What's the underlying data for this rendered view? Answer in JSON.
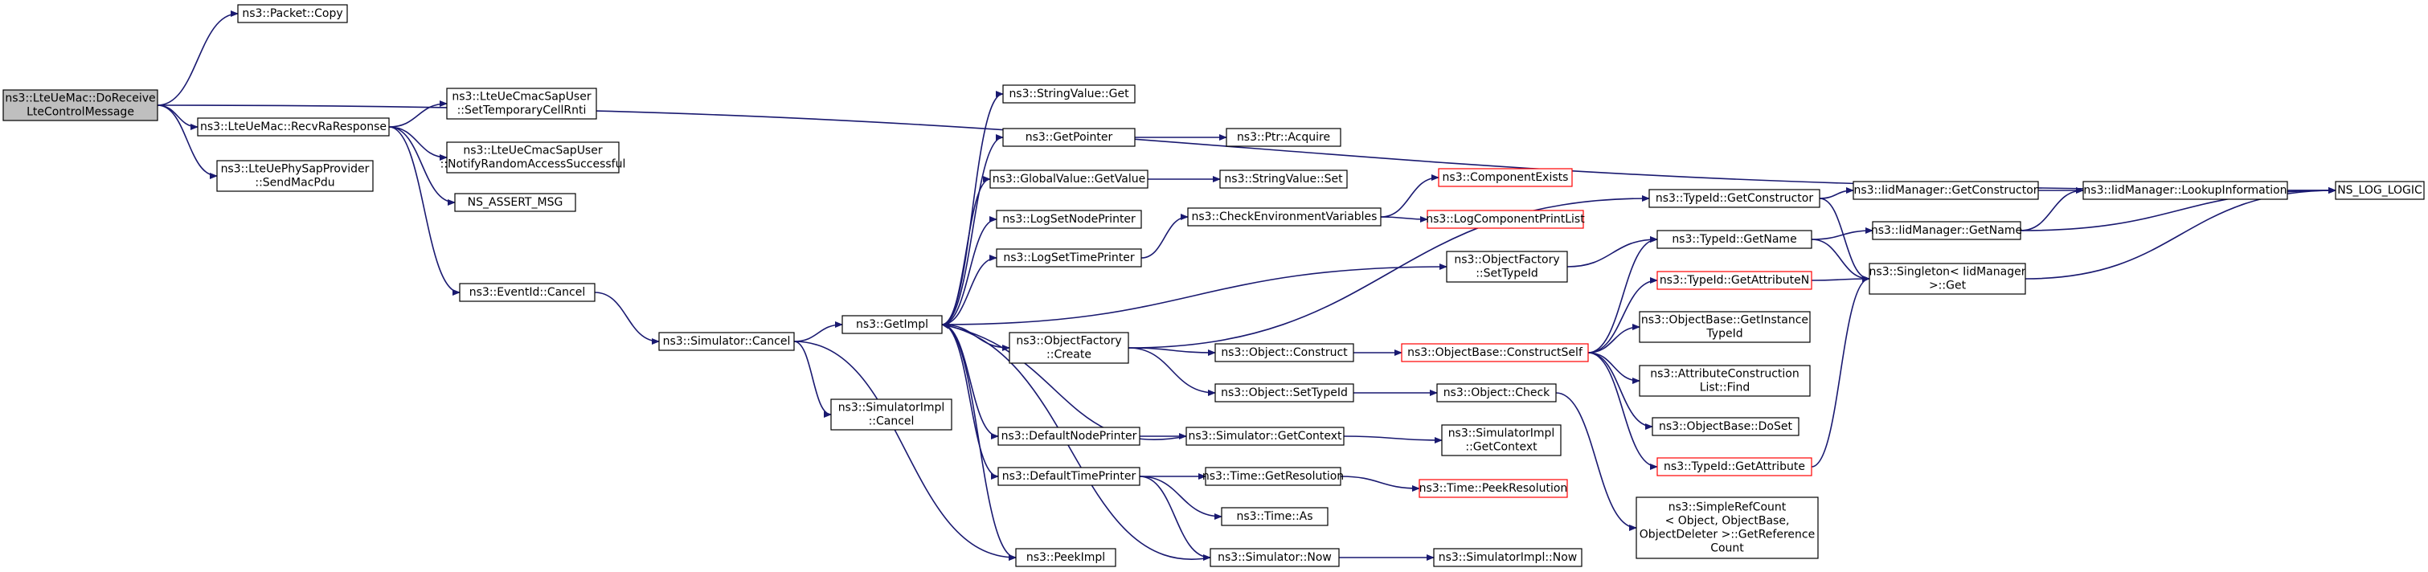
{
  "graph": {
    "nodes": {
      "root": [
        "ns3::LteUeMac::DoReceive",
        "LteControlMessage"
      ],
      "packet_copy": [
        "ns3::Packet::Copy"
      ],
      "recv_ra_response": [
        "ns3::LteUeMac::RecvRaResponse"
      ],
      "phy_sap_send_mac_pdu": [
        "ns3::LteUePhySapProvider",
        "::SendMacPdu"
      ],
      "cmac_set_temp_rnti": [
        "ns3::LteUeCmacSapUser",
        "::SetTemporaryCellRnti"
      ],
      "cmac_notify_ra": [
        "ns3::LteUeCmacSapUser",
        "::NotifyRandomAccessSuccessful"
      ],
      "ns_assert_msg": [
        "NS_ASSERT_MSG"
      ],
      "eventid_cancel": [
        "ns3::EventId::Cancel"
      ],
      "simulator_cancel": [
        "ns3::Simulator::Cancel"
      ],
      "simulatorimpl_cancel": [
        "ns3::SimulatorImpl",
        "::Cancel"
      ],
      "get_impl": [
        "ns3::GetImpl"
      ],
      "stringvalue_get": [
        "ns3::StringValue::Get"
      ],
      "get_pointer": [
        "ns3::GetPointer"
      ],
      "ptr_acquire": [
        "ns3::Ptr::Acquire"
      ],
      "globalvalue_getvalue": [
        "ns3::GlobalValue::GetValue"
      ],
      "stringvalue_set": [
        "ns3::StringValue::Set"
      ],
      "log_set_node_printer": [
        "ns3::LogSetNodePrinter"
      ],
      "log_set_time_printer": [
        "ns3::LogSetTimePrinter"
      ],
      "check_env_vars": [
        "ns3::CheckEnvironmentVariables"
      ],
      "component_exists": [
        "ns3::ComponentExists"
      ],
      "log_component_print_list": [
        "ns3::LogComponentPrintList"
      ],
      "objectfactory_settypeid": [
        "ns3::ObjectFactory",
        "::SetTypeId"
      ],
      "objectfactory_create": [
        "ns3::ObjectFactory",
        "::Create"
      ],
      "object_construct": [
        "ns3::Object::Construct"
      ],
      "object_settypeid": [
        "ns3::Object::SetTypeId"
      ],
      "objectbase_constructself": [
        "ns3::ObjectBase::ConstructSelf"
      ],
      "object_check": [
        "ns3::Object::Check"
      ],
      "default_node_printer": [
        "ns3::DefaultNodePrinter"
      ],
      "simulator_getcontext": [
        "ns3::Simulator::GetContext"
      ],
      "simulatorimpl_getcontext": [
        "ns3::SimulatorImpl",
        "::GetContext"
      ],
      "default_time_printer": [
        "ns3::DefaultTimePrinter"
      ],
      "time_getresolution": [
        "ns3::Time::GetResolution"
      ],
      "time_peekresolution": [
        "ns3::Time::PeekResolution"
      ],
      "time_as": [
        "ns3::Time::As"
      ],
      "peek_impl": [
        "ns3::PeekImpl"
      ],
      "simulator_now": [
        "ns3::Simulator::Now"
      ],
      "simulatorimpl_now": [
        "ns3::SimulatorImpl::Now"
      ],
      "typeid_getconstructor": [
        "ns3::TypeId::GetConstructor"
      ],
      "typeid_getname": [
        "ns3::TypeId::GetName"
      ],
      "typeid_getattributen": [
        "ns3::TypeId::GetAttributeN"
      ],
      "objectbase_getinstancetypeid": [
        "ns3::ObjectBase::GetInstance",
        "TypeId"
      ],
      "attrconstructionlist_find": [
        "ns3::AttributeConstruction",
        "List::Find"
      ],
      "objectbase_doset": [
        "ns3::ObjectBase::DoSet"
      ],
      "typeid_getattribute": [
        "ns3::TypeId::GetAttribute"
      ],
      "simplerefcount_getrefcount": [
        "ns3::SimpleRefCount",
        "< Object, ObjectBase,",
        " ObjectDeleter >::GetReference",
        "Count"
      ],
      "iidmanager_getconstructor": [
        "ns3::IidManager::GetConstructor"
      ],
      "iidmanager_getname": [
        "ns3::IidManager::GetName"
      ],
      "iidmanager_lookupinformation": [
        "ns3::IidManager::LookupInformation"
      ],
      "singleton_get": [
        "ns3::Singleton< IidManager",
        " >::Get"
      ],
      "ns_log_logic": [
        "NS_LOG_LOGIC"
      ]
    },
    "edges": [
      [
        "root",
        "packet_copy"
      ],
      [
        "root",
        "recv_ra_response"
      ],
      [
        "root",
        "phy_sap_send_mac_pdu"
      ],
      [
        "root",
        "ns_log_logic"
      ],
      [
        "recv_ra_response",
        "cmac_set_temp_rnti"
      ],
      [
        "recv_ra_response",
        "cmac_notify_ra"
      ],
      [
        "recv_ra_response",
        "ns_assert_msg"
      ],
      [
        "recv_ra_response",
        "eventid_cancel"
      ],
      [
        "eventid_cancel",
        "simulator_cancel"
      ],
      [
        "simulator_cancel",
        "get_impl"
      ],
      [
        "simulator_cancel",
        "simulatorimpl_cancel"
      ],
      [
        "simulator_cancel",
        "peek_impl"
      ],
      [
        "get_impl",
        "stringvalue_get"
      ],
      [
        "get_impl",
        "get_pointer"
      ],
      [
        "get_impl",
        "globalvalue_getvalue"
      ],
      [
        "get_impl",
        "log_set_node_printer"
      ],
      [
        "get_impl",
        "log_set_time_printer"
      ],
      [
        "get_impl",
        "objectfactory_settypeid"
      ],
      [
        "get_impl",
        "objectfactory_create"
      ],
      [
        "get_impl",
        "default_node_printer"
      ],
      [
        "get_impl",
        "default_time_printer"
      ],
      [
        "get_impl",
        "peek_impl"
      ],
      [
        "get_pointer",
        "ptr_acquire"
      ],
      [
        "globalvalue_getvalue",
        "stringvalue_set"
      ],
      [
        "log_set_time_printer",
        "check_env_vars"
      ],
      [
        "check_env_vars",
        "component_exists"
      ],
      [
        "check_env_vars",
        "log_component_print_list"
      ],
      [
        "objectfactory_settypeid",
        "typeid_getname"
      ],
      [
        "objectfactory_create",
        "object_construct"
      ],
      [
        "objectfactory_create",
        "object_settypeid"
      ],
      [
        "objectfactory_create",
        "typeid_getconstructor"
      ],
      [
        "object_construct",
        "objectbase_constructself"
      ],
      [
        "object_settypeid",
        "object_check"
      ],
      [
        "object_check",
        "simplerefcount_getrefcount"
      ],
      [
        "objectbase_constructself",
        "typeid_getname"
      ],
      [
        "objectbase_constructself",
        "typeid_getattributen"
      ],
      [
        "objectbase_constructself",
        "objectbase_getinstancetypeid"
      ],
      [
        "objectbase_constructself",
        "attrconstructionlist_find"
      ],
      [
        "objectbase_constructself",
        "objectbase_doset"
      ],
      [
        "objectbase_constructself",
        "typeid_getattribute"
      ],
      [
        "default_node_printer",
        "simulator_getcontext"
      ],
      [
        "simulator_getcontext",
        "simulatorimpl_getcontext"
      ],
      [
        "simulator_getcontext",
        "get_impl"
      ],
      [
        "default_time_printer",
        "time_getresolution"
      ],
      [
        "default_time_printer",
        "time_as"
      ],
      [
        "default_time_printer",
        "simulator_now"
      ],
      [
        "time_getresolution",
        "time_peekresolution"
      ],
      [
        "simulator_now",
        "simulatorimpl_now"
      ],
      [
        "simulator_now",
        "get_impl"
      ],
      [
        "typeid_getconstructor",
        "iidmanager_getconstructor"
      ],
      [
        "typeid_getconstructor",
        "singleton_get"
      ],
      [
        "typeid_getname",
        "iidmanager_getname"
      ],
      [
        "typeid_getname",
        "singleton_get"
      ],
      [
        "typeid_getattributen",
        "singleton_get"
      ],
      [
        "typeid_getattribute",
        "singleton_get"
      ],
      [
        "iidmanager_getconstructor",
        "iidmanager_lookupinformation"
      ],
      [
        "iidmanager_getname",
        "iidmanager_lookupinformation"
      ],
      [
        "iidmanager_getname",
        "ns_log_logic"
      ],
      [
        "iidmanager_lookupinformation",
        "ns_log_logic"
      ],
      [
        "singleton_get",
        "ns_log_logic"
      ]
    ],
    "colors": {
      "edge": "#191970",
      "root_fill": "#bfbfbf",
      "missing_border": "#ff0000"
    }
  }
}
